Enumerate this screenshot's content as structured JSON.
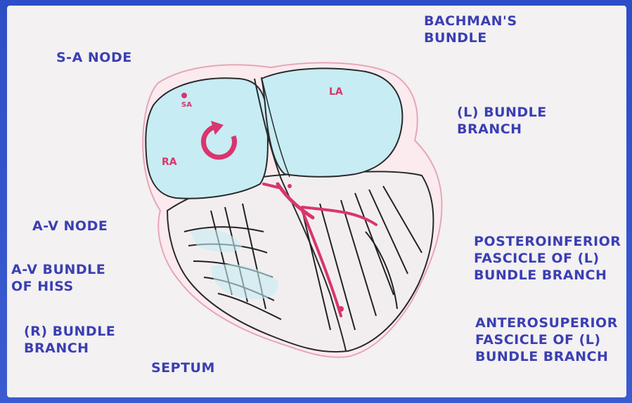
{
  "labels": {
    "sa_node": "S-A NODE",
    "bachmans_bundle": [
      "BACHMAN'S",
      "BUNDLE"
    ],
    "l_bundle_branch": [
      "(L) BUNDLE",
      "BRANCH"
    ],
    "av_node": "A-V NODE",
    "av_bundle_of_his": [
      "A-V BUNDLE",
      "OF HISS"
    ],
    "r_bundle_branch": [
      "(R) BUNDLE",
      "BRANCH"
    ],
    "septum": "SEPTUM",
    "posteroinferior": [
      "POSTEROINFERIOR",
      "FASCICLE OF (L)",
      "BUNDLE BRANCH"
    ],
    "anterosuperior": [
      "ANTEROSUPERIOR",
      "FASCICLE OF (L)",
      "BUNDLE BRANCH"
    ],
    "ra": "RA",
    "la": "LA",
    "sa_marker": "SA"
  },
  "colors": {
    "background_border": "#2f4fc4",
    "panel": "#f3f1f2",
    "label_text": "#3b3fb2",
    "atria_fill": "#c7ecf4",
    "conduction_pink": "#d9356e",
    "outline": "#2a2a2a"
  }
}
